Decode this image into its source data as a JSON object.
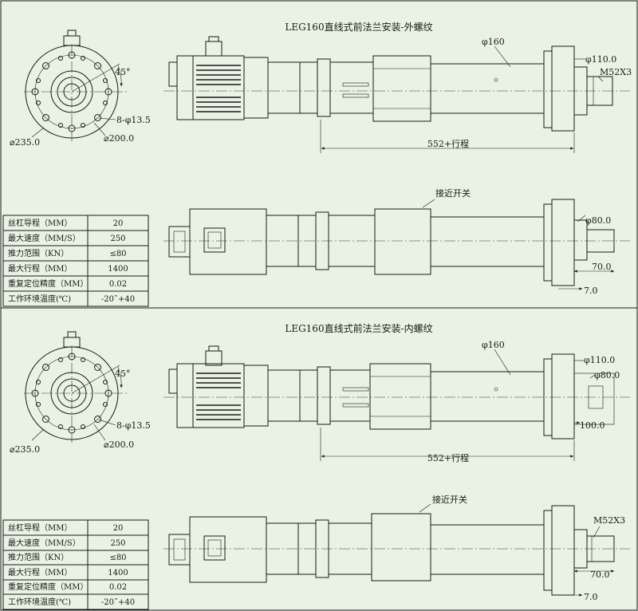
{
  "colors": {
    "background": "#e9f2e4",
    "line": "#1a1a1a"
  },
  "sections": [
    {
      "title": "LEG160直线式前法兰安装-外螺纹",
      "flange": {
        "bolt": "8-φ13.5",
        "outer": "⌀235.0",
        "pcd": "⌀200.0",
        "angle": "45°"
      },
      "top_view": {
        "body_dia": "φ160",
        "flange_dia": "φ110.0",
        "thread": "M52X3",
        "stroke": "552+行程"
      },
      "side_view": {
        "switch": "接近开关",
        "rod_dia": "φ80.0",
        "len1": "70.0",
        "len2": "7.0"
      },
      "specs": [
        {
          "label": "丝杠导程（MM）",
          "value": "20"
        },
        {
          "label": "最大速度（MM/S）",
          "value": "250"
        },
        {
          "label": "推力范围（KN）",
          "value": "≤80"
        },
        {
          "label": "最大行程（MM）",
          "value": "1400"
        },
        {
          "label": "重复定位精度（MM）",
          "value": "0.02"
        },
        {
          "label": "工作环境温度(℃)",
          "value": "-20˜+40"
        }
      ]
    },
    {
      "title": "LEG160直线式前法兰安装-内螺纹",
      "flange": {
        "bolt": "8-φ13.5",
        "outer": "⌀235.0",
        "pcd": "⌀200.0",
        "angle": "45°"
      },
      "top_view": {
        "body_dia": "φ160",
        "flange_dia": "φ110.0",
        "inner_dia": "φ80.0",
        "len": "100.0",
        "stroke": "552+行程"
      },
      "side_view": {
        "switch": "接近开关",
        "thread": "M52X3",
        "len1": "70.0",
        "len2": "7.0"
      },
      "specs": [
        {
          "label": "丝杠导程（MM）",
          "value": "20"
        },
        {
          "label": "最大速度（MM/S）",
          "value": "250"
        },
        {
          "label": "推力范围（KN）",
          "value": "≤80"
        },
        {
          "label": "最大行程（MM）",
          "value": "1400"
        },
        {
          "label": "重复定位精度（MM）",
          "value": "0.02"
        },
        {
          "label": "工作环境温度(℃)",
          "value": "-20˜+40"
        }
      ]
    }
  ]
}
